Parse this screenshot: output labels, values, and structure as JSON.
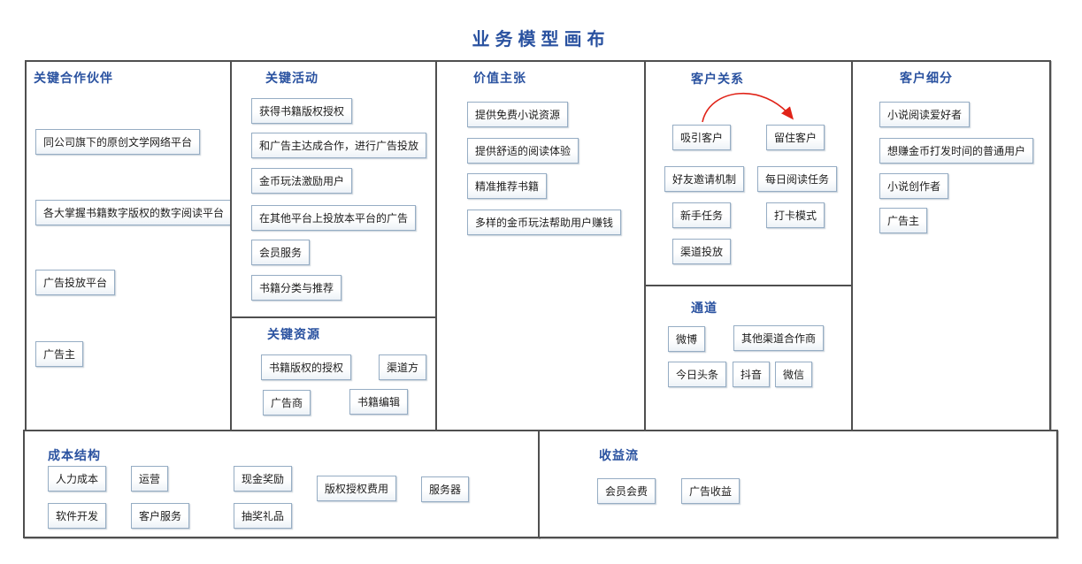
{
  "title": "业务模型画布",
  "colors": {
    "heading": "#2a52a0",
    "panel_border": "#4f4f4f",
    "node_border": "#96adc4",
    "arrow_red": "#e02318"
  },
  "panels": {
    "key_partners": {
      "title": "关键合作伙伴",
      "items": [
        "同公司旗下的原创文学网络平台",
        "各大掌握书籍数字版权的数字阅读平台",
        "广告投放平台",
        "广告主"
      ]
    },
    "key_activities": {
      "title": "关键活动",
      "items": [
        "获得书籍版权授权",
        "和广告主达成合作，进行广告投放",
        "金币玩法激励用户",
        "在其他平台上投放本平台的广告",
        "会员服务",
        "书籍分类与推荐"
      ]
    },
    "key_resources": {
      "title": "关键资源",
      "items": [
        "书籍版权的授权",
        "渠道方",
        "广告商",
        "书籍编辑"
      ]
    },
    "value_propositions": {
      "title": "价值主张",
      "items": [
        "提供免费小说资源",
        "提供舒适的阅读体验",
        "精准推荐书籍",
        "多样的金币玩法帮助用户赚钱"
      ]
    },
    "customer_relationships": {
      "title": "客户关系",
      "items": [
        "吸引客户",
        "留住客户",
        "好友邀请机制",
        "每日阅读任务",
        "新手任务",
        "打卡模式",
        "渠道投放"
      ],
      "arrow": {
        "from": "吸引客户",
        "to": "留住客户"
      }
    },
    "channels": {
      "title": "通道",
      "items": [
        "微博",
        "其他渠道合作商",
        "今日头条",
        "抖音",
        "微信"
      ]
    },
    "customer_segments": {
      "title": "客户细分",
      "items": [
        "小说阅读爱好者",
        "想赚金币打发时间的普通用户",
        "小说创作者",
        "广告主"
      ]
    },
    "cost_structure": {
      "title": "成本结构",
      "items": [
        "人力成本",
        "运营",
        "现金奖励",
        "版权授权费用",
        "服务器",
        "软件开发",
        "客户服务",
        "抽奖礼品"
      ]
    },
    "revenue_streams": {
      "title": "收益流",
      "items": [
        "会员会费",
        "广告收益"
      ]
    }
  }
}
